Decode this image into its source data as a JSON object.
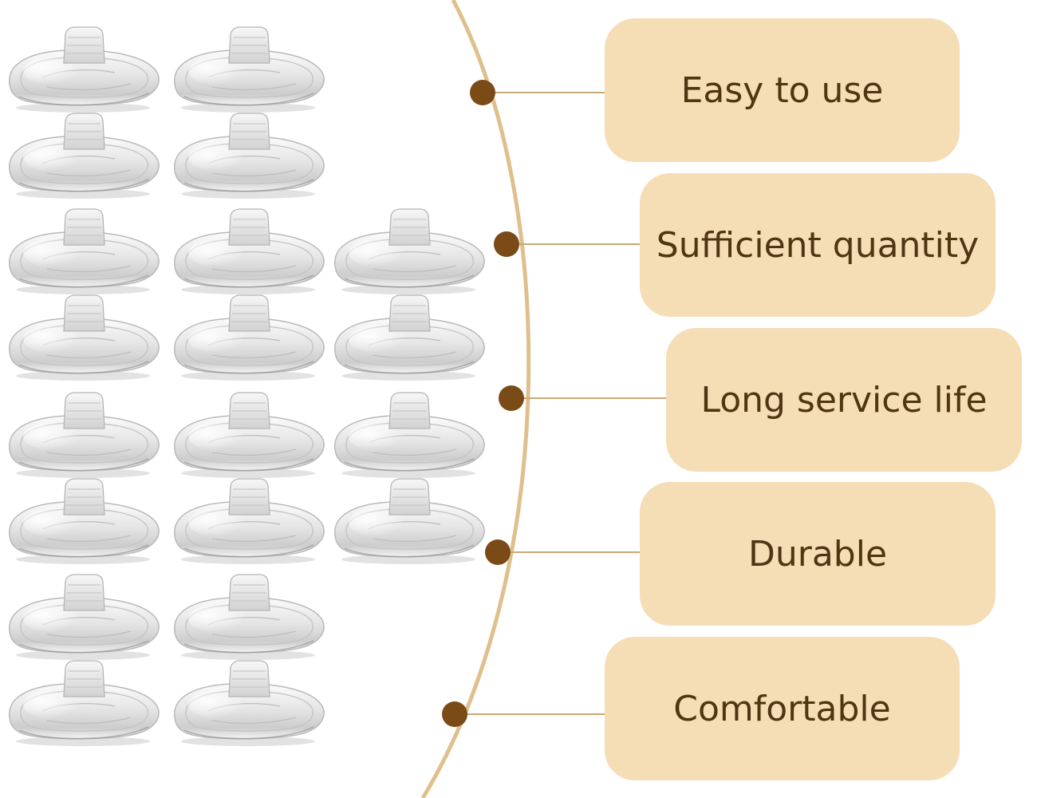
{
  "features": [
    {
      "label": "Easy to use"
    },
    {
      "label": "Sufficient quantity"
    },
    {
      "label": "Long service life"
    },
    {
      "label": "Durable"
    },
    {
      "label": "Comfortable"
    }
  ],
  "colors": {
    "box_fill": "#f5ddb6",
    "text": "#4f3512",
    "arc": "#dfc08d",
    "dot": "#7a4a17",
    "connector": "#c8a878"
  },
  "product": {
    "icon": "silicone-nose-pad-icon",
    "count_shown": 20
  }
}
